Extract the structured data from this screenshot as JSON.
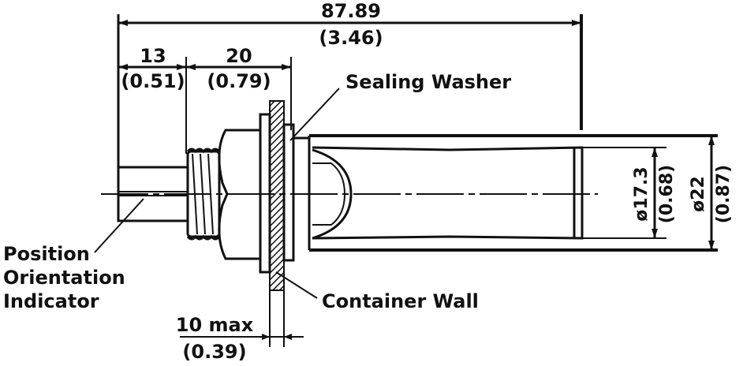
{
  "dimensions": {
    "overall": {
      "mm": "87.89",
      "in": "(3.46)"
    },
    "indicator_length": {
      "mm": "13",
      "in": "(0.51)"
    },
    "thread_length": {
      "mm": "20",
      "in": "(0.79)"
    },
    "wall_thickness": {
      "mm": "10 max",
      "in": "(0.39)"
    },
    "inner_diameter": {
      "mm": "ø17.3",
      "in": "(0.68)"
    },
    "outer_diameter": {
      "mm": "ø22",
      "in": "(0.87)"
    }
  },
  "labels": {
    "sealing_washer": "Sealing Washer",
    "container_wall": "Container Wall",
    "position_line1": "Position",
    "position_line2": "Orientation",
    "position_line3": "Indicator"
  },
  "colors": {
    "ink": "#111111",
    "background": "#ffffff"
  }
}
